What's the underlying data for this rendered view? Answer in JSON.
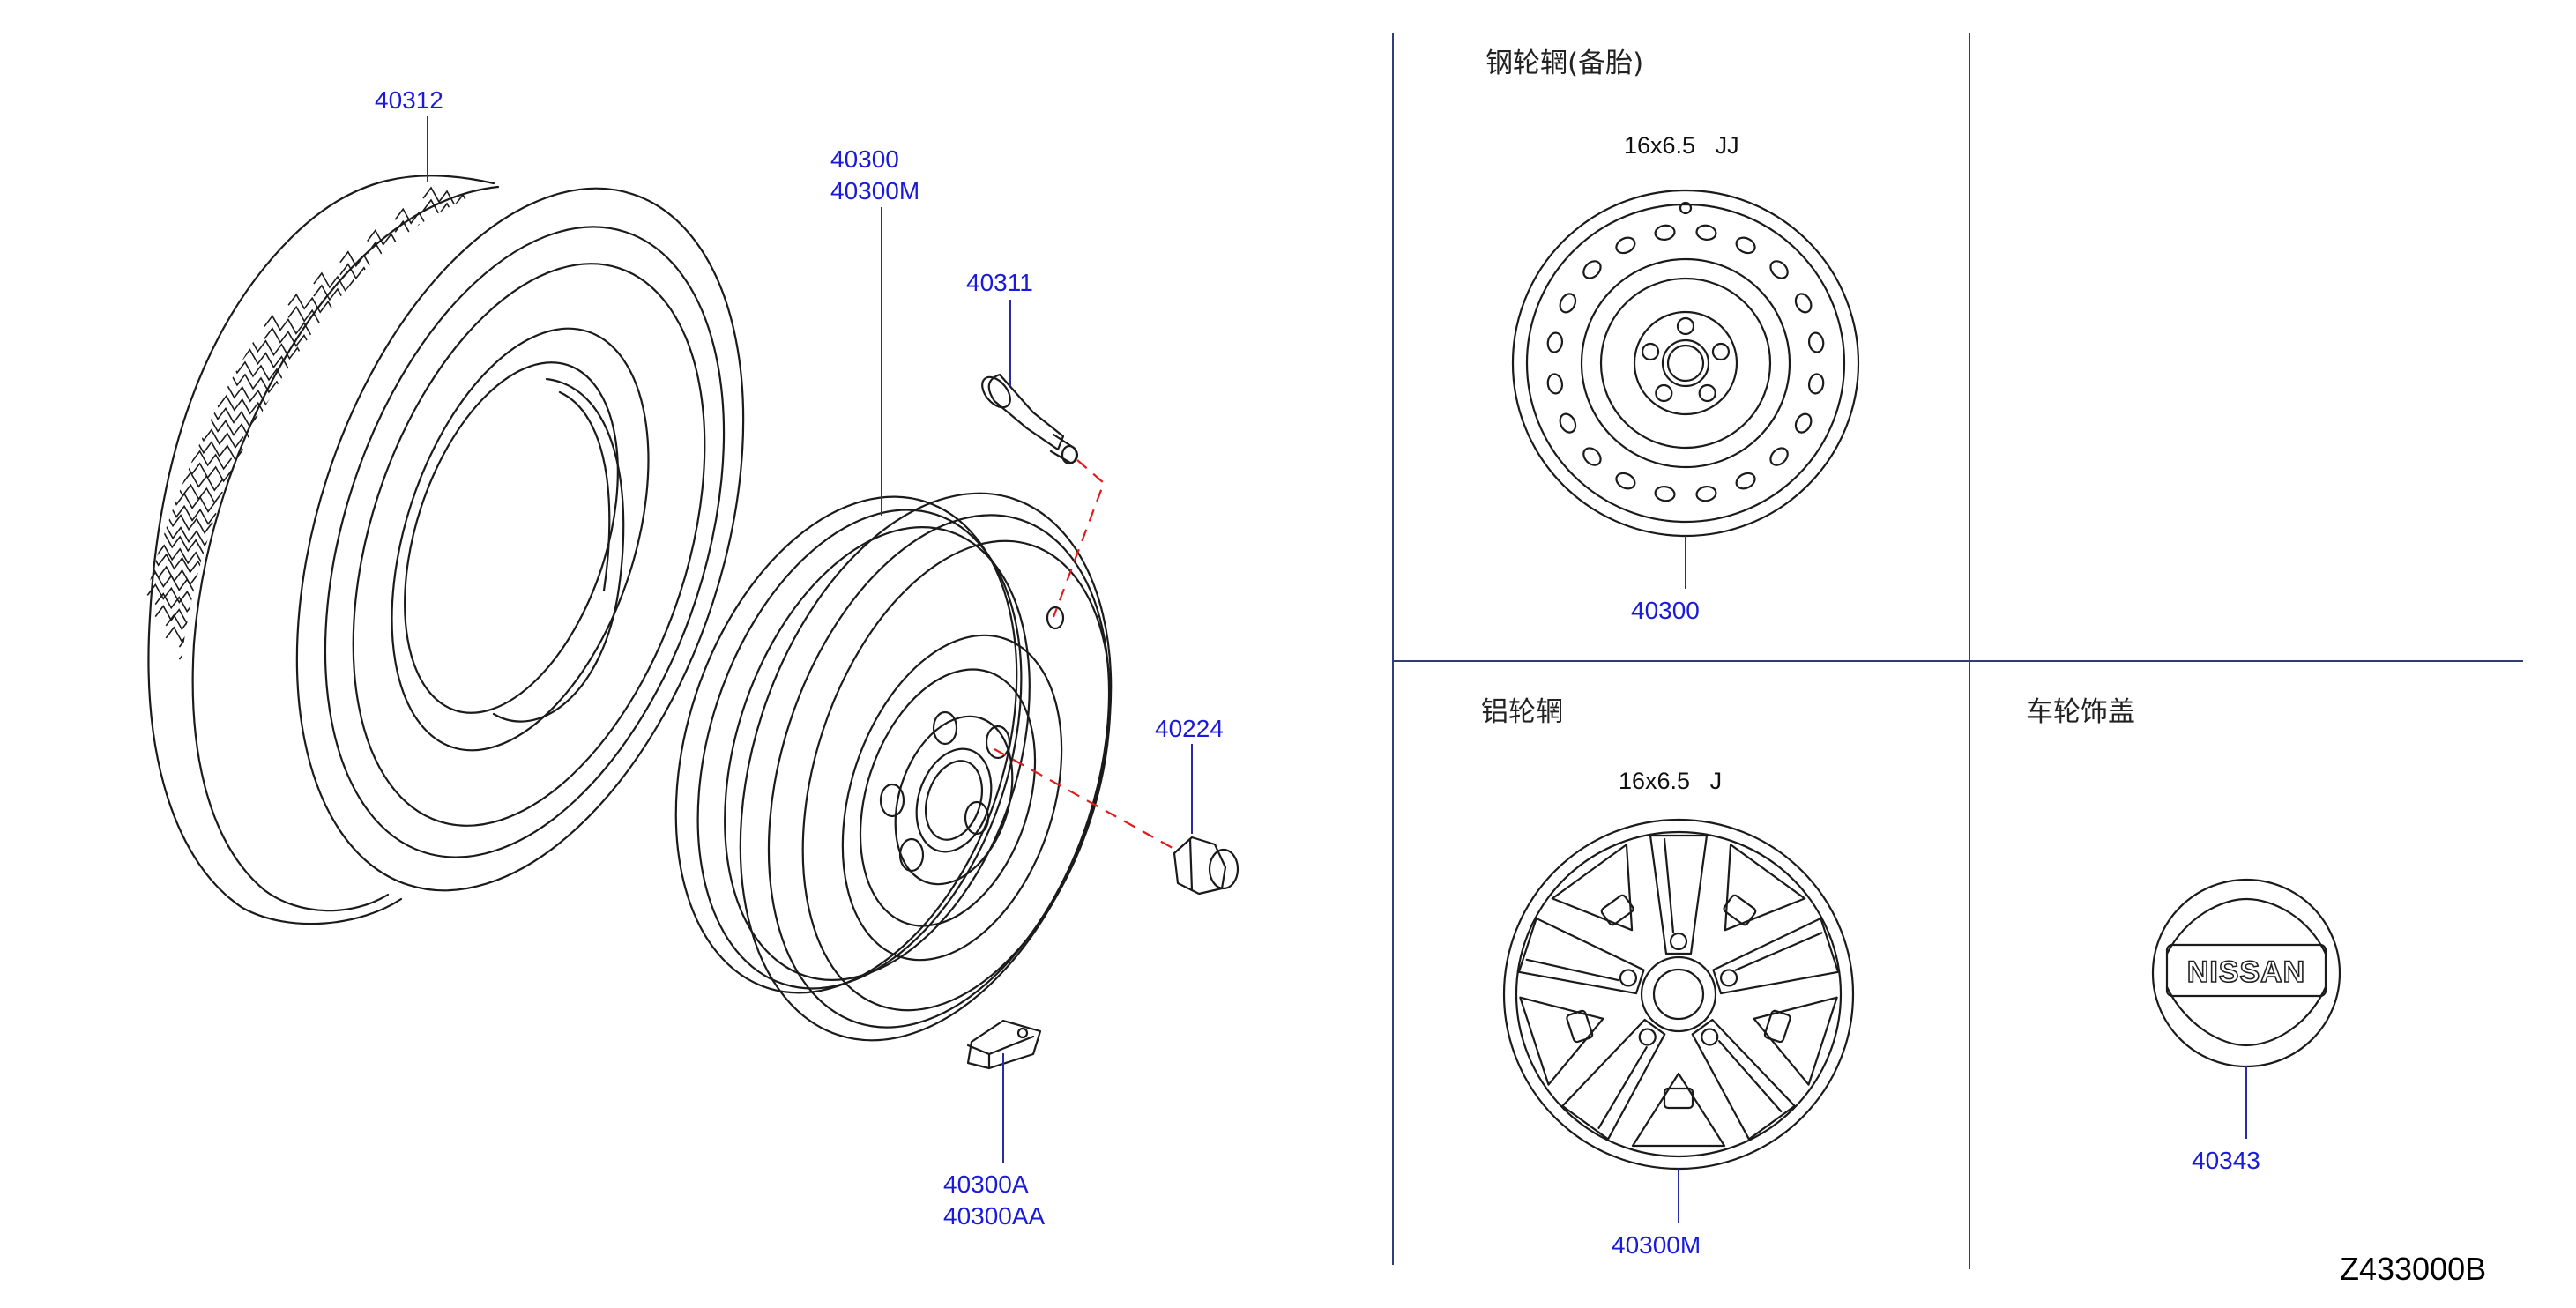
{
  "diagram_code": "Z433000B",
  "colors": {
    "part_number": "#1a1adc",
    "leader_line": "#2b2ba8",
    "dashed_connector": "#e01b1b",
    "divider": "#2f3d7a",
    "line_art": "#1b1b1b"
  },
  "exploded_view": {
    "tire_part": "40312",
    "wheel_parts": [
      "40300",
      "40300M"
    ],
    "valve_part": "40311",
    "nut_part": "40224",
    "weight_parts": [
      "40300A",
      "40300AA"
    ]
  },
  "steel_spare": {
    "title": "钢轮辋(备胎)",
    "size": "16x6.5   JJ",
    "part": "40300"
  },
  "aluminum_wheel": {
    "title": "铝轮辋",
    "size": "16x6.5   J",
    "part": "40300M"
  },
  "wheel_cap": {
    "title": "车轮饰盖",
    "logo": "NISSAN",
    "part": "40343"
  }
}
